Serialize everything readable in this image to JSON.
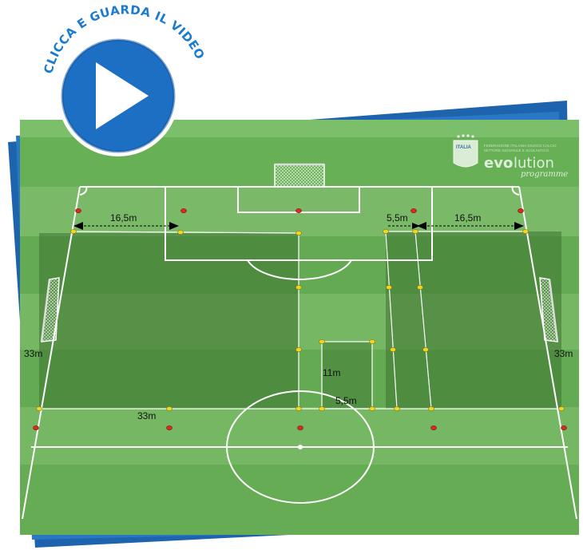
{
  "video_badge": {
    "label": "CLICCA E GUARDA IL VIDEO",
    "icon": "play-icon",
    "colors": {
      "outer": "#1d6fc4",
      "inner": "#0e58b0",
      "ring": "#ffffff"
    }
  },
  "brand": {
    "crest_text": "ITALIA",
    "federation_line1": "FEDERAZIONE ITALIANA GIUOCO CALCIO",
    "federation_line2": "SETTORE GIOVANILE E SCOLASTICO",
    "evo": "evo",
    "lution": "lution",
    "programme": "programme"
  },
  "pitch": {
    "colors": {
      "stripe_light": "#7dbd6a",
      "stripe_dark": "#5ea64e",
      "zone_shade": "#3f7a33",
      "line": "#ffffff",
      "backdrop": "#1e63ad",
      "cone_yellow": "#f0d521",
      "cone_red": "#d92a21"
    },
    "measurements": {
      "left_box_width": "16,5m",
      "right_box_width": "16,5m",
      "right_channel_width": "5,5m",
      "left_side_height": "33m",
      "right_side_height": "33m",
      "bottom_left_width": "33m",
      "center_box_height": "11m",
      "center_box_width": "5,5m"
    }
  }
}
